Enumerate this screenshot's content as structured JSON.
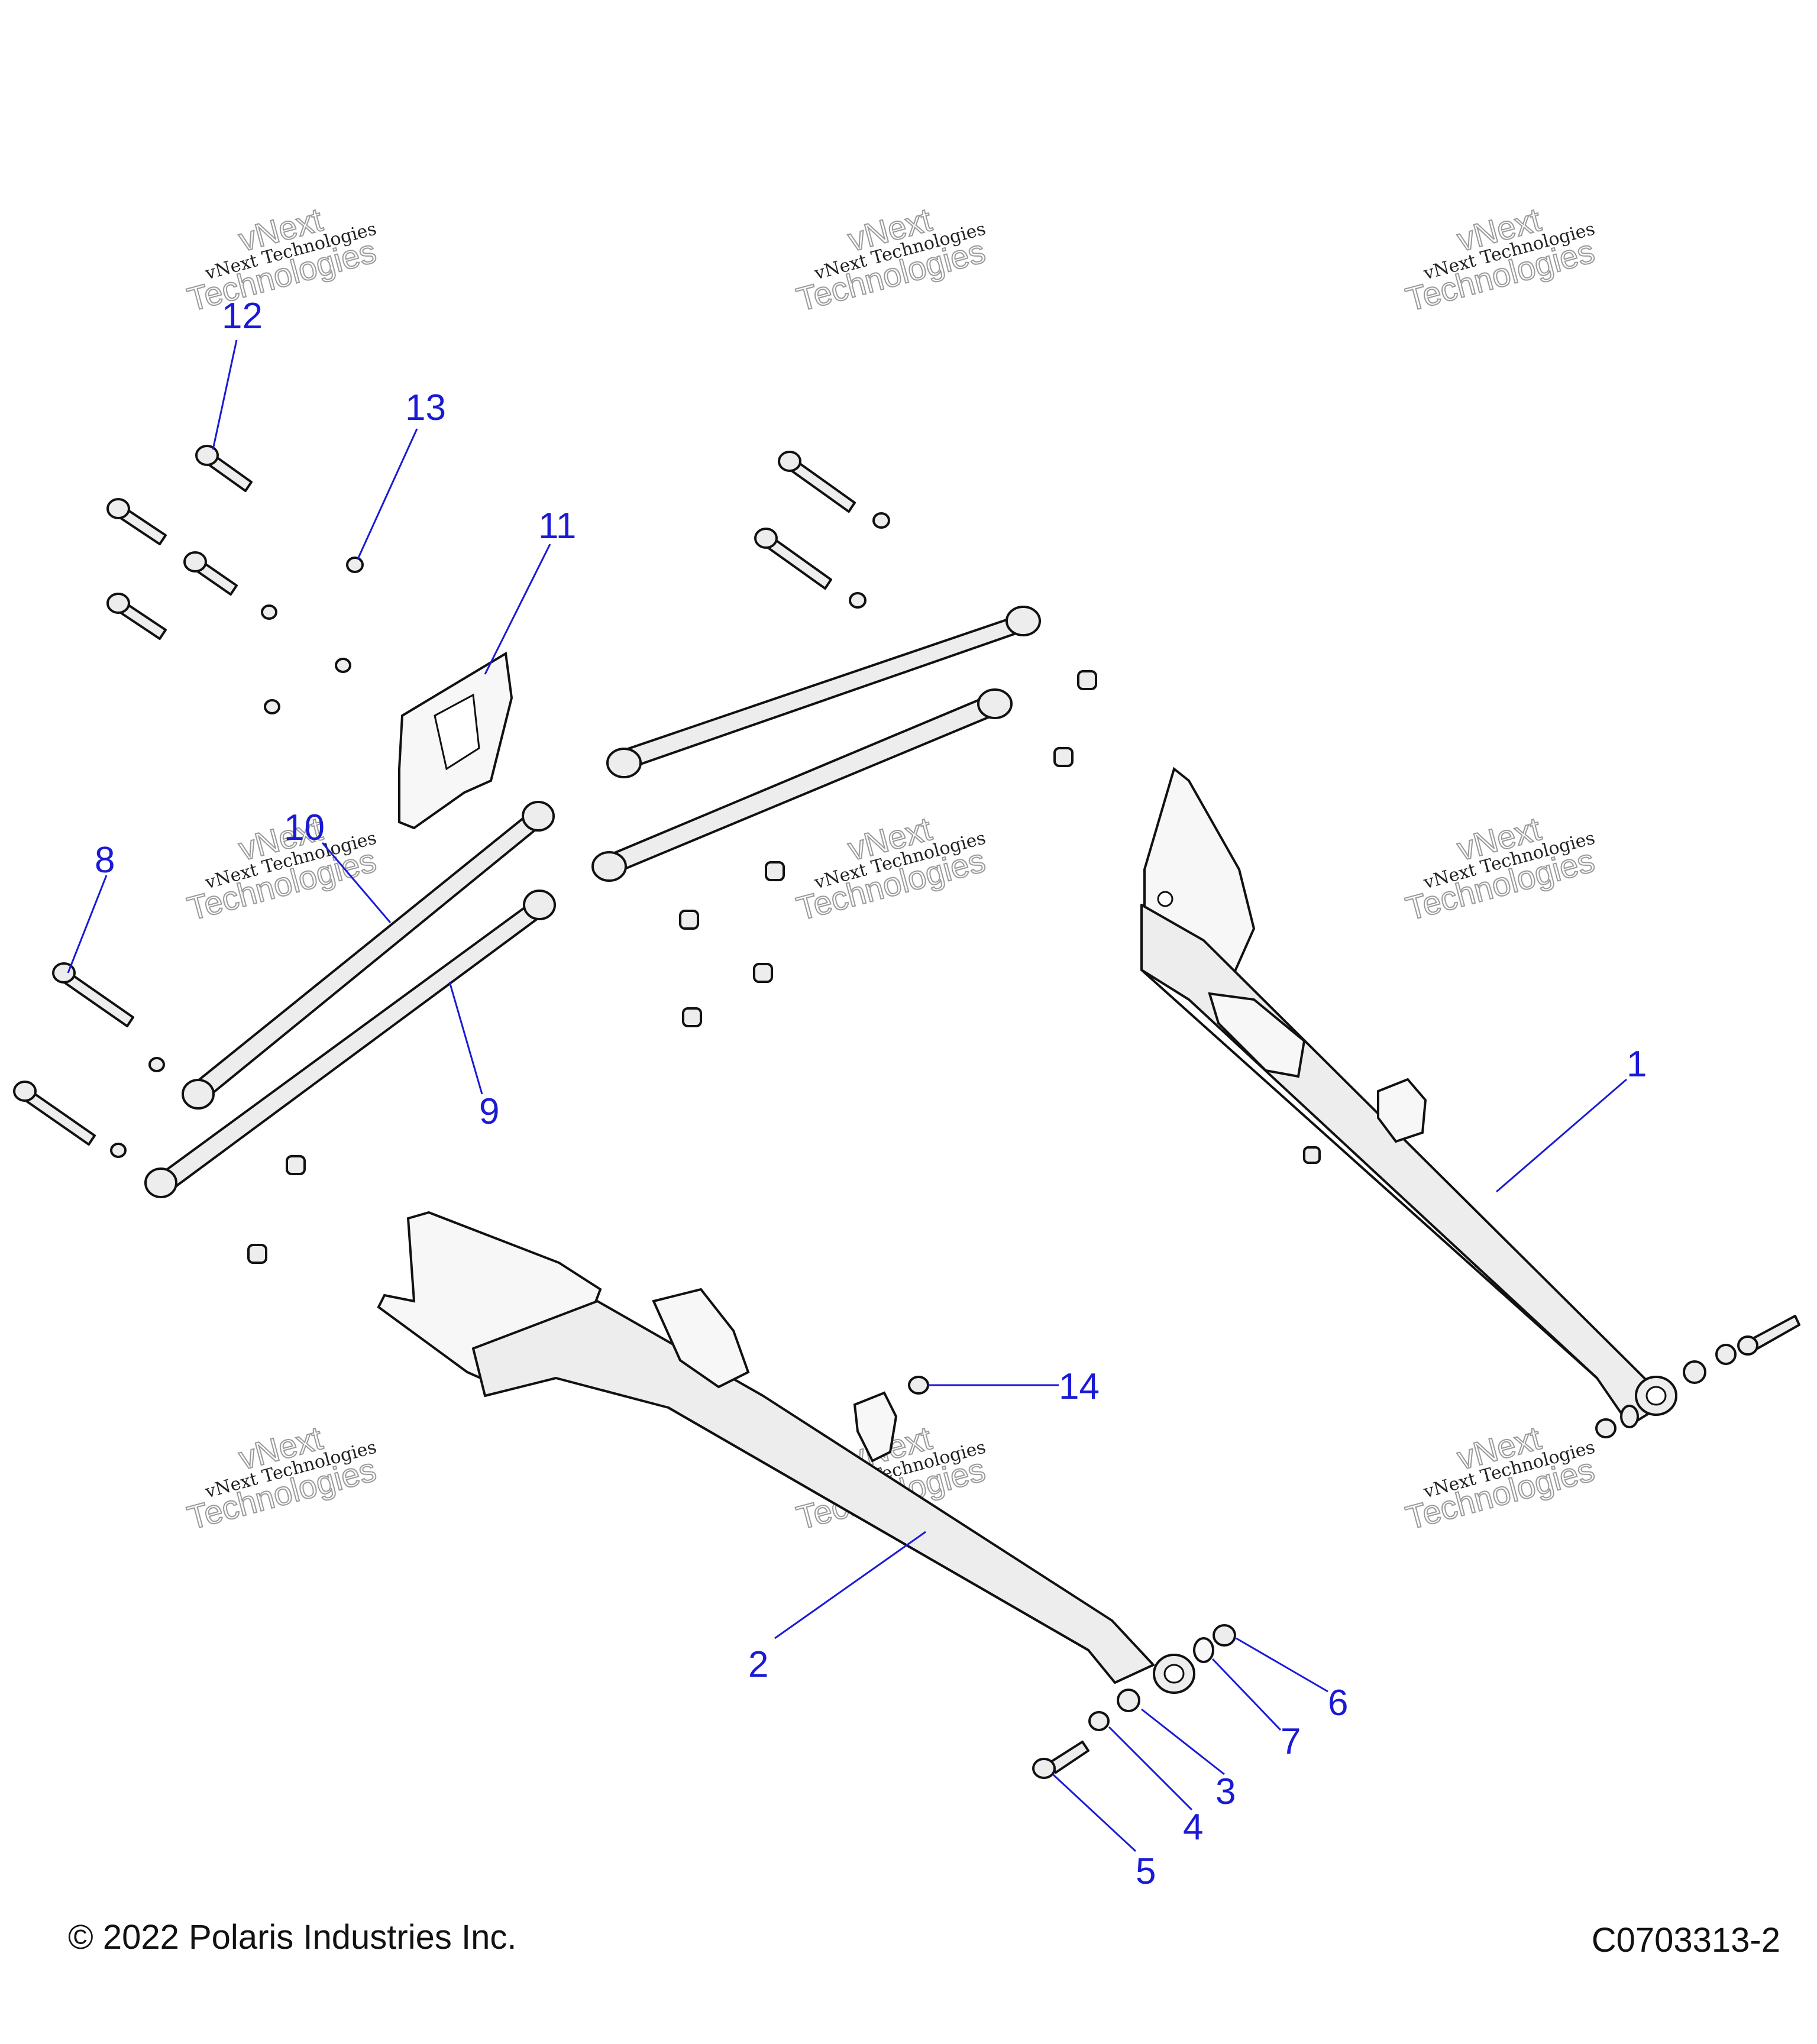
{
  "footer": {
    "copyright": "© 2022 Polaris Industries Inc.",
    "figure_code": "C0703313-2"
  },
  "watermark": {
    "line_small": "vNext Technologies",
    "line_big_1": "vNext",
    "line_big_2": "Technologies"
  },
  "callouts": [
    "1",
    "2",
    "3",
    "4",
    "5",
    "6",
    "7",
    "8",
    "9",
    "10",
    "11",
    "12",
    "13",
    "14"
  ],
  "colors": {
    "callout": "#1a1ad6",
    "line_art": "#111111",
    "watermark": "#9a9a9a"
  }
}
